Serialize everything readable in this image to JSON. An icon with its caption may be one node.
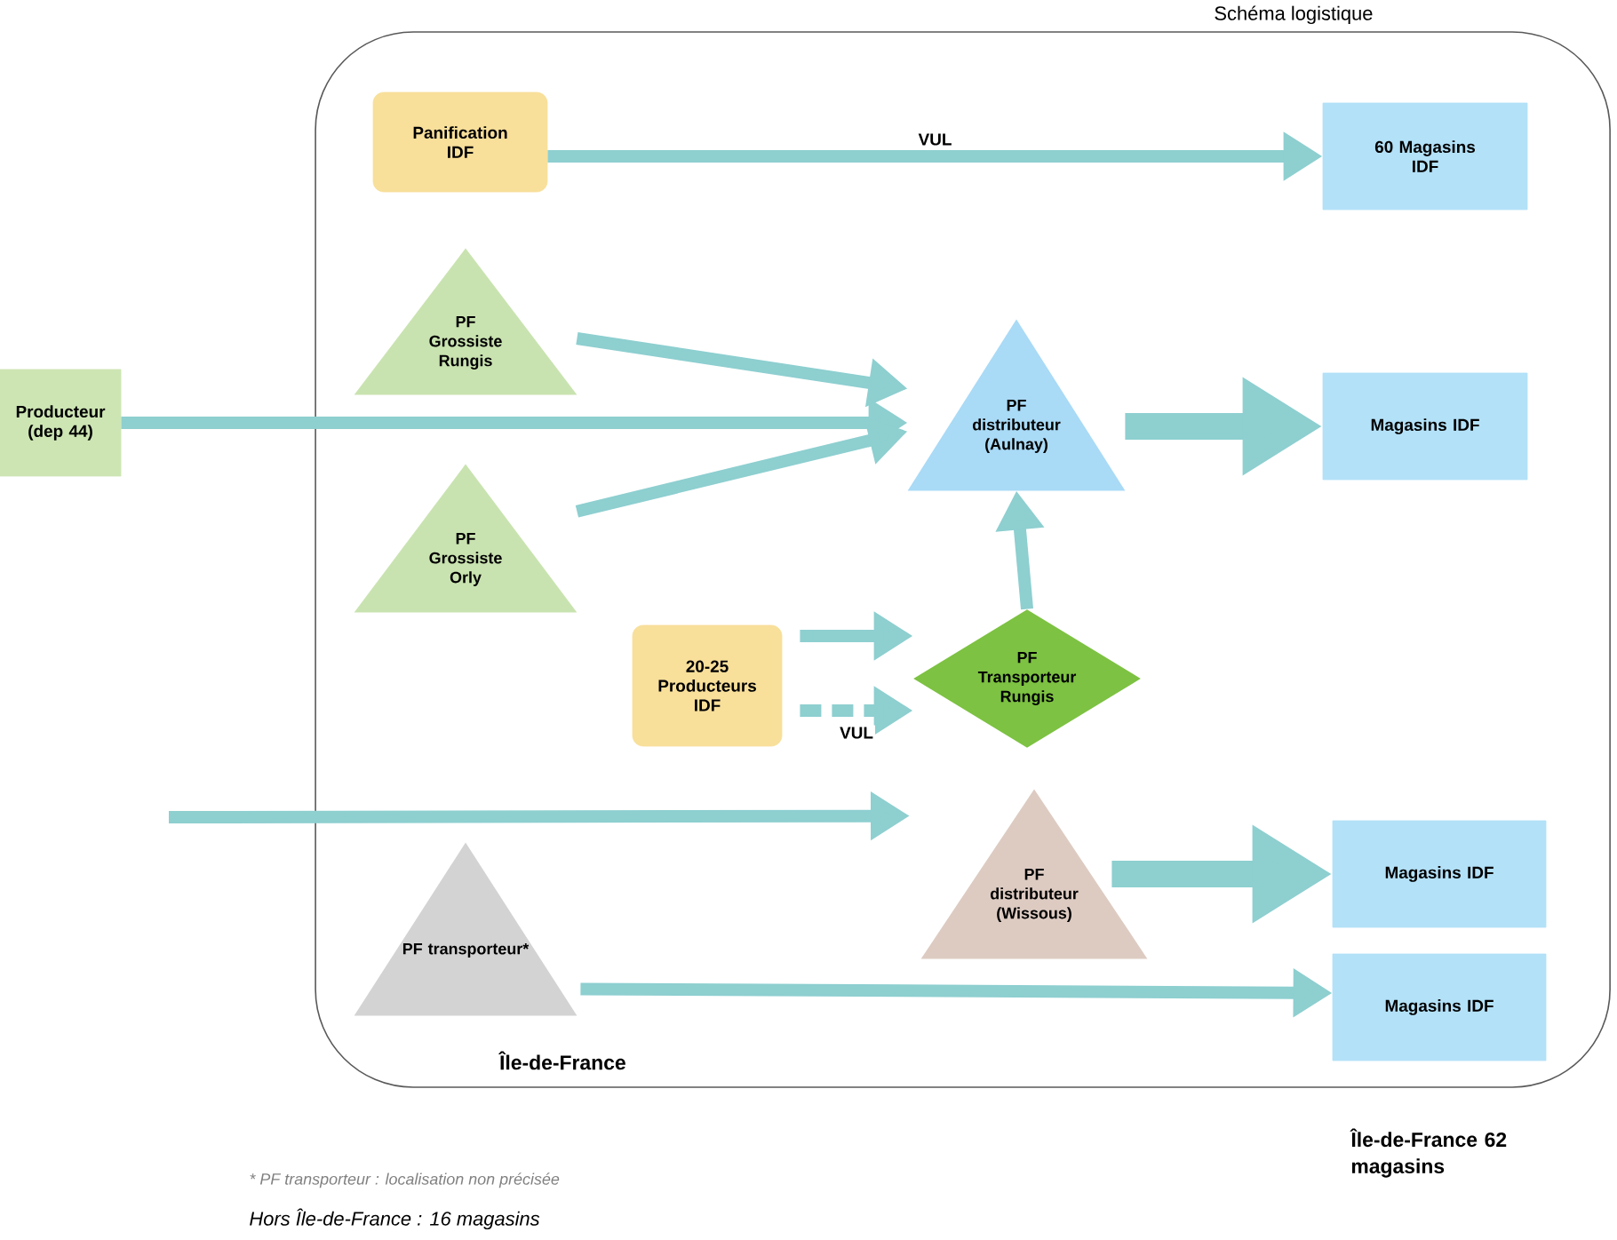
{
  "diagram": {
    "title": "Schéma logistique",
    "nodes": [
      {
        "text": [
          "Île-de-France"
        ]
      },
      {
        "text": [
          "Panification IDF"
        ],
        "in": 0
      },
      {
        "text": [
          "60 Magasins IDF"
        ],
        "in": 0
      },
      {
        "text": [
          "PF Grossiste Rungis"
        ],
        "in": 0
      },
      {
        "text": [
          "Producteur (dep 44)"
        ]
      },
      {
        "text": [
          "PF distributeur (Aulnay)"
        ],
        "in": 0
      },
      {
        "text": [
          "Magasins IDF"
        ],
        "in": 0
      },
      {
        "text": [
          "PF Grossiste Orly"
        ],
        "in": 0
      },
      {
        "text": [
          "20-25 Producteurs IDF"
        ],
        "in": 0
      },
      {
        "text": [
          "PF Transporteur Rungis"
        ],
        "in": 0
      },
      {
        "text": [
          "PF distributeur (Wissous)"
        ],
        "in": 0
      },
      {
        "text": [
          "Magasins IDF"
        ],
        "in": 0
      },
      {
        "text": [
          "PF transporteur*"
        ],
        "in": 0
      },
      {
        "text": [
          "Magasins IDF"
        ],
        "in": 0
      }
    ],
    "edges": [
      {
        "from": 1,
        "to": 2,
        "arrow": "to",
        "label": "VUL"
      },
      {
        "from": 3,
        "to": 5,
        "arrow": "to"
      },
      {
        "from": 4,
        "to": 5,
        "arrow": "to"
      },
      {
        "from": 7,
        "to": 5,
        "arrow": "to"
      },
      {
        "from": 5,
        "to": 6,
        "arrow": "to",
        "style": "thick"
      },
      {
        "from": 8,
        "to": 9,
        "arrow": "to"
      },
      {
        "from": 8,
        "to": 9,
        "arrow": "to",
        "style": "dashed",
        "label": "VUL"
      },
      {
        "from": 9,
        "to": 5,
        "arrow": "to"
      },
      {
        "from": null,
        "to": 10,
        "arrow": "to"
      },
      {
        "from": 10,
        "to": 11,
        "arrow": "to",
        "style": "thick"
      },
      {
        "from": 12,
        "to": 13,
        "arrow": "to"
      }
    ],
    "labels": [
      "* PF transporteur : localisation non précisée",
      "Hors Île-de-France : 16 magasins",
      "Île-de-France 62 magasins"
    ]
  }
}
